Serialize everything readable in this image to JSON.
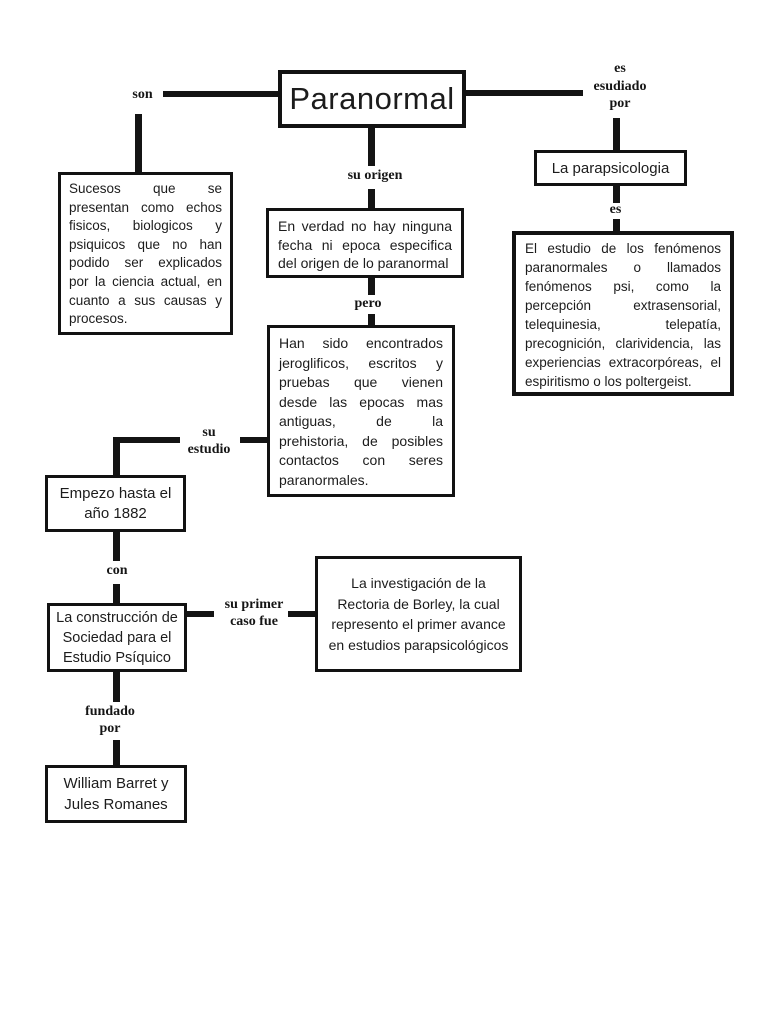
{
  "page": {
    "background_color": "#ffffff",
    "ink_color": "#141414"
  },
  "diagram": {
    "nodes": {
      "paranormal": {
        "text": "Paranormal"
      },
      "sucesos": {
        "text": "Sucesos que se presentan como echos fisicos, biologicos y psiquicos que no han podido ser explicados por la ciencia actual, en cuanto a sus causas y procesos."
      },
      "origen": {
        "text": "En verdad no hay ninguna fecha ni epoca especifica del origen de lo paranormal"
      },
      "pruebas": {
        "text": "Han sido encontrados jeroglificos, escritos y pruebas que vienen desde las epocas mas antiguas, de la prehistoria, de posibles contactos con seres paranormales."
      },
      "parapsicologia": {
        "text": "La parapsicologia"
      },
      "estudio_fenomenos": {
        "text": "El estudio de los fenómenos paranormales o llamados fenómenos psi, como la percepción extrasensorial, telequinesia, telepatía, precognición, clarividencia, las experiencias extracorpóreas, el espiritismo o los poltergeist."
      },
      "empezo": {
        "text": "Empezo hasta el año 1882"
      },
      "construccion": {
        "text": "La construcción de Sociedad para el Estudio Psíquico"
      },
      "investigacion": {
        "text": "La investigación de la Rectoria de Borley, la cual represento el primer avance en estudios parapsicológicos"
      },
      "fundadores": {
        "text": "William Barret y\nJules Romanes"
      }
    },
    "labels": {
      "son": "son",
      "es_esudiado_por": "es\nesudiado\npor",
      "su_origen": "su origen",
      "pero": "pero",
      "es": "es",
      "su_estudio": "su\nestudio",
      "con": "con",
      "su_primer_caso_fue": "su primer\ncaso fue",
      "fundado_por": "fundado\npor"
    }
  }
}
